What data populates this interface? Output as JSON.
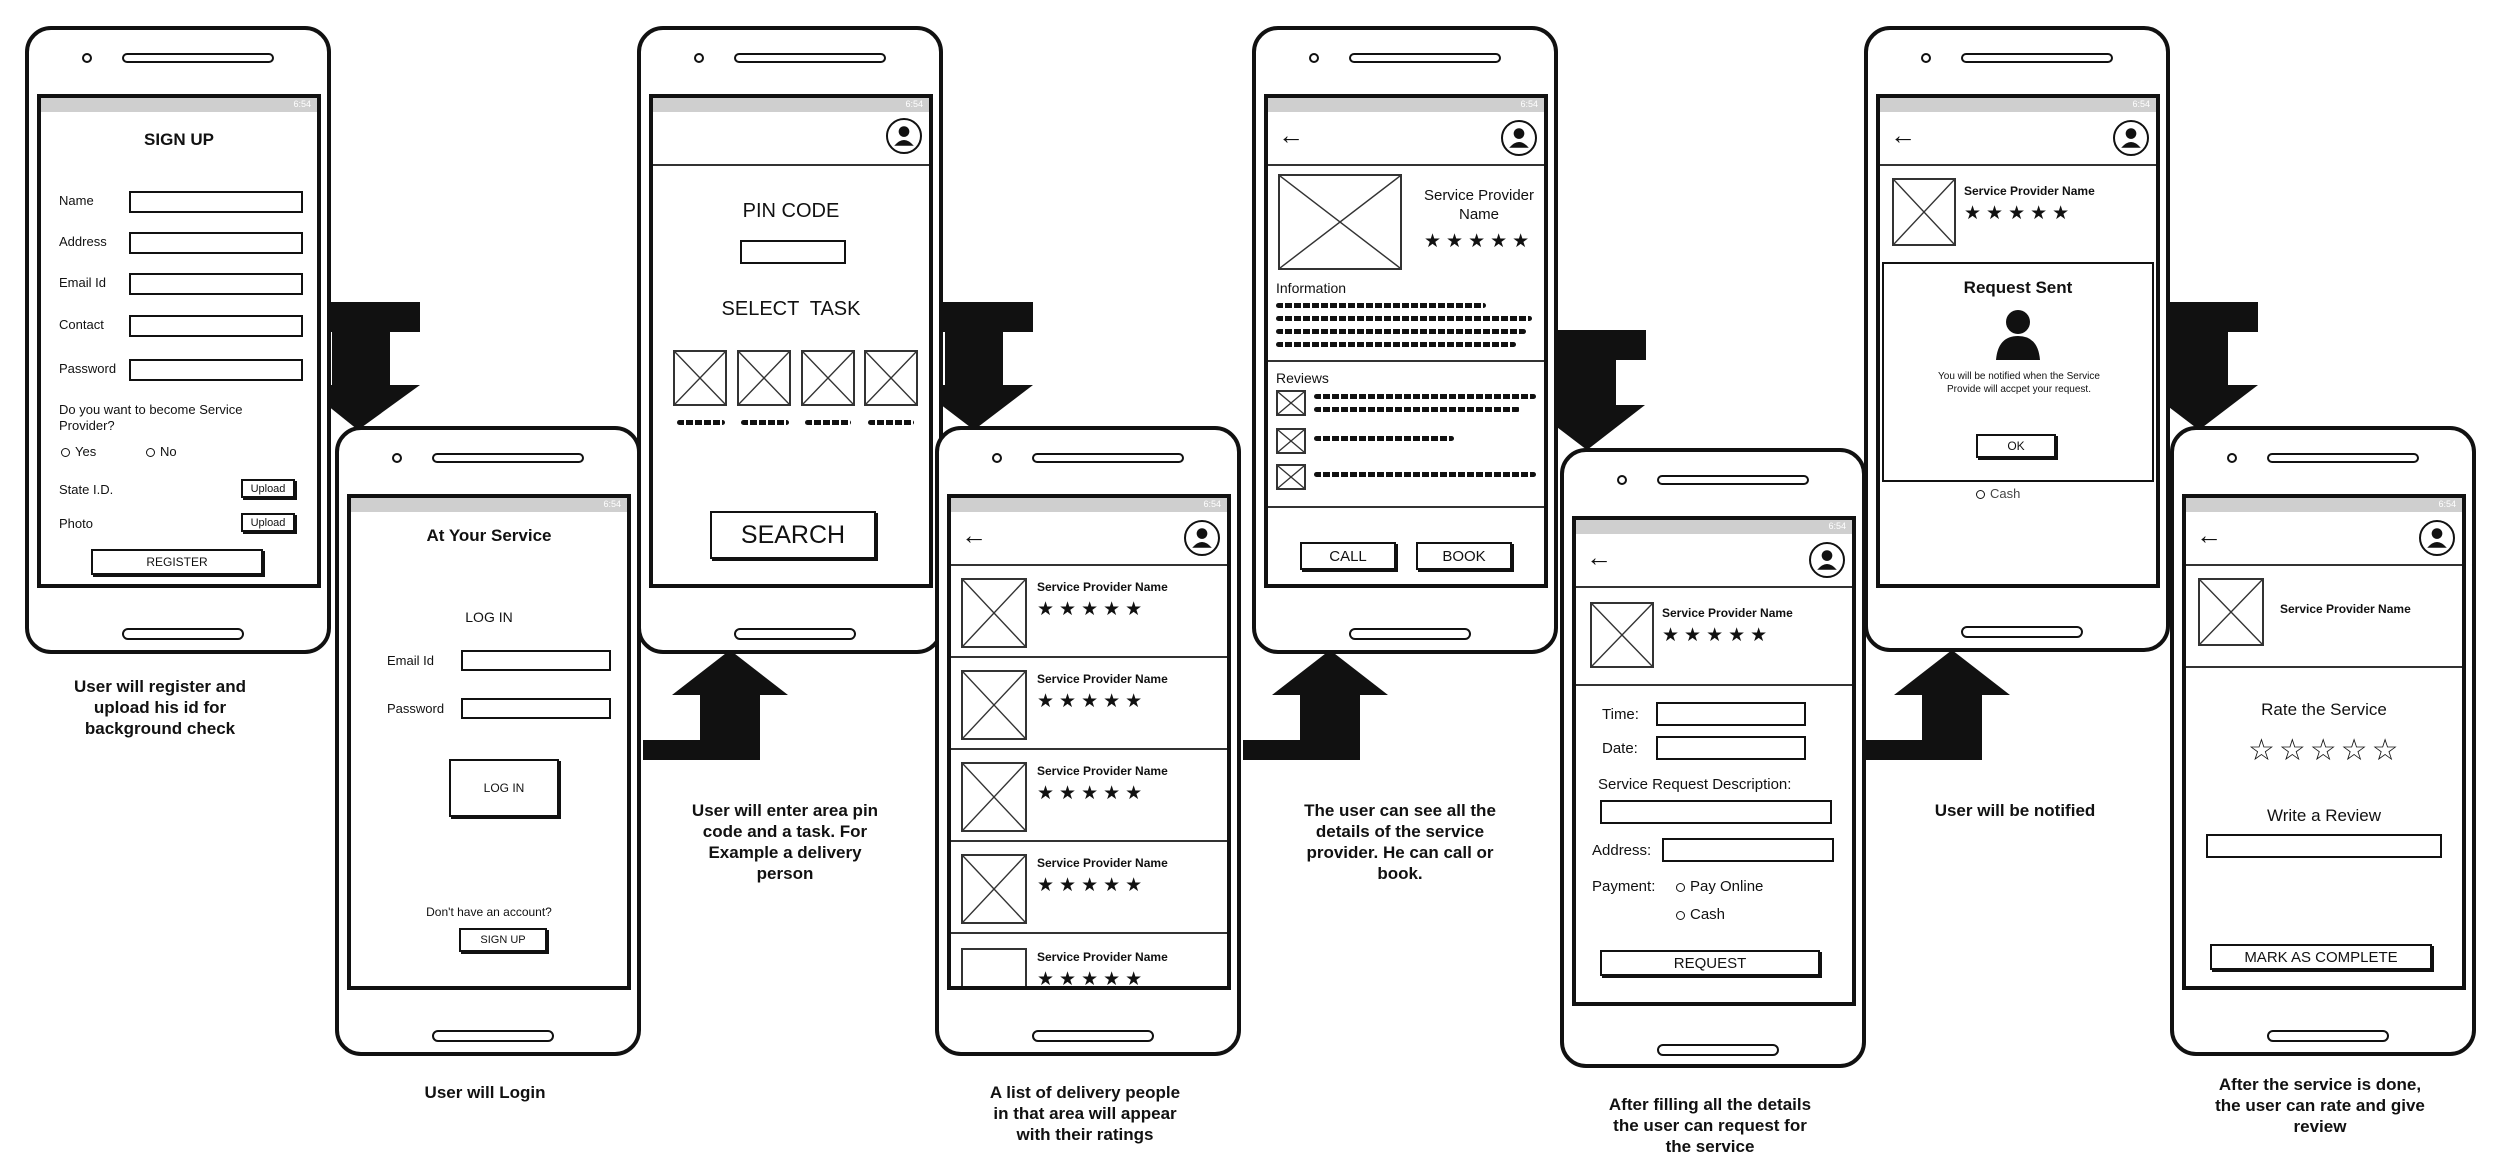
{
  "screen1": {
    "title": "SIGN UP",
    "fields": [
      "Name",
      "Address",
      "Email Id",
      "Contact",
      "Password"
    ],
    "question": "Do you want to become Service Provider?",
    "yes": "Yes",
    "no": "No",
    "state_id": "State I.D.",
    "photo": "Photo",
    "upload": "Upload",
    "register": "REGISTER",
    "caption": "User will register and upload his id for background check"
  },
  "screen2": {
    "title": "At Your Service",
    "heading": "LOG IN",
    "email": "Email Id",
    "password": "Password",
    "login_button": "LOG IN",
    "no_account": "Don't have an account?",
    "signup_button": "SIGN UP",
    "caption": "User will Login"
  },
  "screen3": {
    "pin_code": "PIN CODE",
    "select_task": "SELECT  TASK",
    "search": "SEARCH",
    "caption": "User will enter area pin code and a task. For Example a delivery person"
  },
  "screen4": {
    "provider_name": "Service Provider Name",
    "stars": "★★★★★",
    "caption": "A list of delivery people in that area will appear with their ratings"
  },
  "screen5": {
    "provider_name": "Service Provider Name",
    "stars": "★★★★★",
    "information": "Information",
    "reviews": "Reviews",
    "call": "CALL",
    "book": "BOOK",
    "caption": "The user can see all the details of the service provider. He can call or book."
  },
  "screen6": {
    "provider_name": "Service Provider Name",
    "stars": "★★★★★",
    "time": "Time:",
    "date": "Date:",
    "description": "Service Request Description:",
    "address": "Address:",
    "payment": "Payment:",
    "pay_online": "Pay Online",
    "cash": "Cash",
    "request": "REQUEST",
    "caption": "After filling all the details the user can request for the service"
  },
  "screen7": {
    "provider_name": "Service Provider Name",
    "stars": "★★★★★",
    "dialog_title": "Request Sent",
    "dialog_text": "You will be notified when the Service Provide will accpet your request.",
    "ok": "OK",
    "cash": "Cash",
    "caption": "User will be notified"
  },
  "screen8": {
    "provider_name": "Service Provider Name",
    "rate": "Rate the Service",
    "empty_stars": "☆☆☆☆☆",
    "review": "Write a Review",
    "complete": "MARK AS COMPLETE",
    "caption": "After the service is done, the user can rate and give  review"
  },
  "status_text": "6:54"
}
